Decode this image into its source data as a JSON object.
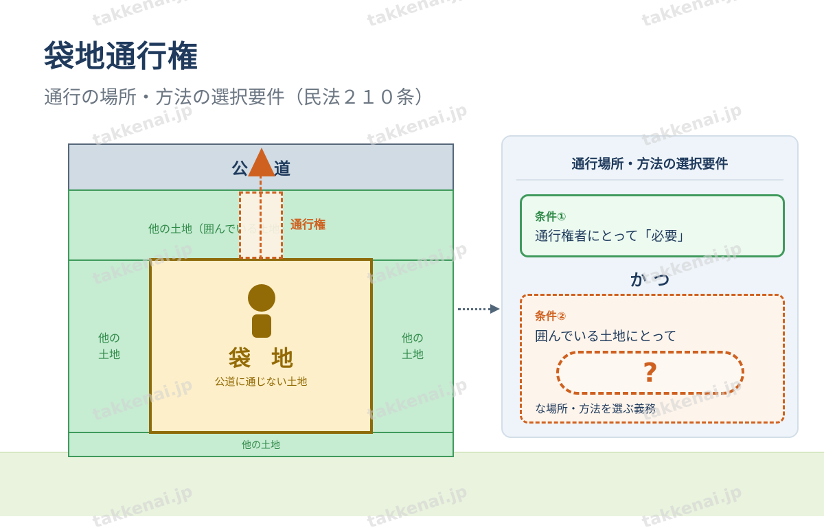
{
  "title": "袋地通行権",
  "subtitle": "通行の場所・方法の選択要件（民法２１０条）",
  "watermark": "takkenai.jp",
  "diagram": {
    "public_road": "公道",
    "top_land": "他の土地（囲んでいる土地）",
    "left_land_line1": "他の",
    "left_land_line2": "土地",
    "right_land_line1": "他の",
    "right_land_line2": "土地",
    "bottom_land": "他の土地",
    "subject_land": "袋地",
    "subject_land_sub": "公道に通じない土地",
    "passage_label": "通行権"
  },
  "panel": {
    "title": "通行場所・方法の選択要件",
    "condition1_head": "条件①",
    "condition1_text": "通行権者にとって「必要」",
    "connector": "かつ",
    "condition2_head": "条件②",
    "condition2_text": "囲んでいる土地にとって",
    "question_mark": "?",
    "condition2_tail": "な場所・方法を選ぶ義務"
  },
  "colors": {
    "navy": "#1f3a5c",
    "green": "#3f9a5c",
    "orange": "#cf6120",
    "gold": "#936b06"
  }
}
